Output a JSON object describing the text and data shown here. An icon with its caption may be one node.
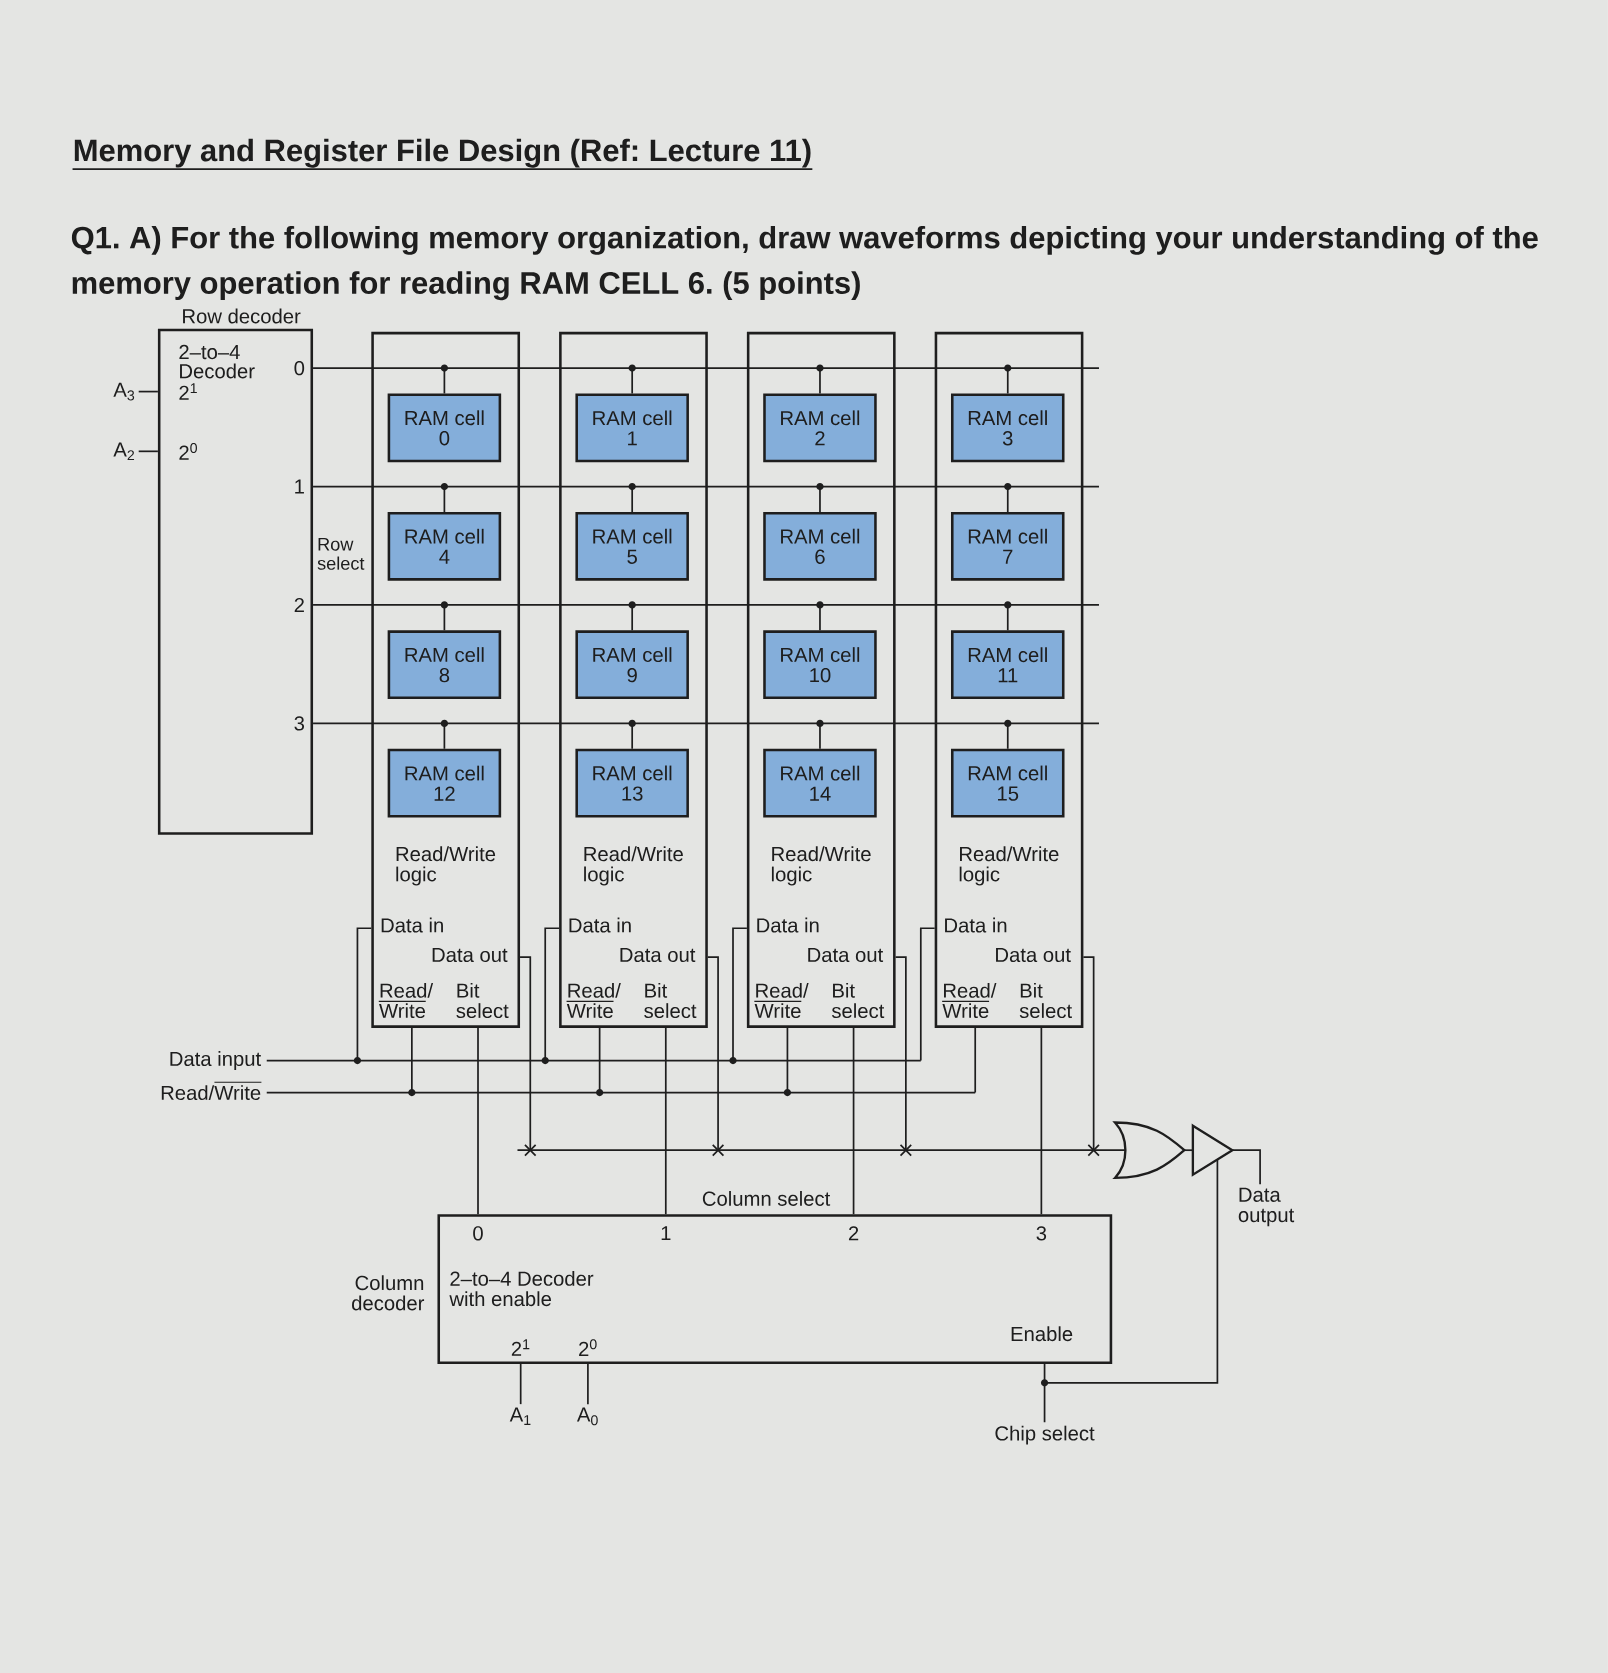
{
  "diagram": {
    "title": "Memory and Register File Design (Ref: Lecture 11)",
    "nodes": [
      {
        "text": [
          "Row decoder",
          "2–to–4 Decoder",
          "2$^{1}$",
          "2$^{0}$",
          "0",
          "1",
          "2",
          "3"
        ]
      },
      {
        "text": [
          "A$_{3}$"
        ]
      },
      {
        "text": [
          "A$_{2}$"
        ]
      },
      {
        "text": [
          "Read/Write logic",
          "Data in",
          "Data out",
          "Read/ Write",
          "Bit select"
        ]
      },
      {
        "text": [
          "RAM cell 0"
        ],
        "in": 3
      },
      {
        "text": [
          "RAM cell 4"
        ],
        "in": 3
      },
      {
        "text": [
          "RAM cell 8"
        ],
        "in": 3
      },
      {
        "text": [
          "RAM cell 12"
        ],
        "in": 3
      },
      {
        "text": [
          "Read/Write logic",
          "Data in",
          "Data out",
          "Read/ Write",
          "Bit select"
        ]
      },
      {
        "text": [
          "RAM cell 1"
        ],
        "in": 8
      },
      {
        "text": [
          "RAM cell 5"
        ],
        "in": 8
      },
      {
        "text": [
          "RAM cell 9"
        ],
        "in": 8
      },
      {
        "text": [
          "RAM cell 13"
        ],
        "in": 8
      },
      {
        "text": [
          "Read/Write logic",
          "Data in",
          "Data out",
          "Read/ Write",
          "Bit select"
        ]
      },
      {
        "text": [
          "RAM cell 2"
        ],
        "in": 13
      },
      {
        "text": [
          "RAM cell 6"
        ],
        "in": 13
      },
      {
        "text": [
          "RAM cell 10"
        ],
        "in": 13
      },
      {
        "text": [
          "RAM cell 14"
        ],
        "in": 13
      },
      {
        "text": [
          "Read/Write logic",
          "Data in",
          "Data out",
          "Read/ Write",
          "Bit select"
        ]
      },
      {
        "text": [
          "RAM cell 3"
        ],
        "in": 18
      },
      {
        "text": [
          "RAM cell 7"
        ],
        "in": 18
      },
      {
        "text": [
          "RAM cell 11"
        ],
        "in": 18
      },
      {
        "text": [
          "RAM cell 15"
        ],
        "in": 18
      },
      {
        "text": [
          "Data input"
        ]
      },
      {
        "text": [
          "Read/Write"
        ]
      },
      {
        "text": [],
        "shape": "gate"
      },
      {
        "text": [],
        "shape": "triangle"
      },
      {
        "text": [
          "Data output"
        ]
      },
      {
        "text": [
          "0",
          "1",
          "2",
          "3",
          "Column decoder",
          "2–to–4 Decoder with enable",
          "Enable",
          "2$^{1}$",
          "2$^{0}$"
        ]
      },
      {
        "text": [
          "A$_{1}$"
        ]
      },
      {
        "text": [
          "A$_{0}$"
        ]
      },
      {
        "text": [
          "Chip select"
        ]
      }
    ],
    "edges": [
      {
        "from": 1,
        "to": 0,
        "arrow": "none"
      },
      {
        "from": 2,
        "to": 0,
        "arrow": "none"
      },
      {
        "from": 0,
        "to": 4,
        "arrow": "none"
      },
      {
        "from": 0,
        "to": 9,
        "arrow": "none"
      },
      {
        "from": 0,
        "to": 14,
        "arrow": "none"
      },
      {
        "from": 0,
        "to": 19,
        "arrow": "none"
      },
      {
        "from": 0,
        "to": 5,
        "arrow": "none"
      },
      {
        "from": 0,
        "to": 10,
        "arrow": "none"
      },
      {
        "from": 0,
        "to": 15,
        "arrow": "none"
      },
      {
        "from": 0,
        "to": 20,
        "arrow": "none"
      },
      {
        "from": 0,
        "to": 6,
        "arrow": "none"
      },
      {
        "from": 0,
        "to": 11,
        "arrow": "none"
      },
      {
        "from": 0,
        "to": 16,
        "arrow": "none"
      },
      {
        "from": 0,
        "to": 21,
        "arrow": "none"
      },
      {
        "from": 0,
        "to": 7,
        "arrow": "none"
      },
      {
        "from": 0,
        "to": 12,
        "arrow": "none"
      },
      {
        "from": 0,
        "to": 17,
        "arrow": "none"
      },
      {
        "from": 0,
        "to": 22,
        "arrow": "none"
      },
      {
        "from": 23,
        "to": 3,
        "arrow": "none"
      },
      {
        "from": 23,
        "to": 8,
        "arrow": "none"
      },
      {
        "from": 23,
        "to": 13,
        "arrow": "none"
      },
      {
        "from": 23,
        "to": 18,
        "arrow": "none"
      },
      {
        "from": 24,
        "to": 3,
        "arrow": "none"
      },
      {
        "from": 24,
        "to": 8,
        "arrow": "none"
      },
      {
        "from": 24,
        "to": 13,
        "arrow": "none"
      },
      {
        "from": 24,
        "to": 18,
        "arrow": "none"
      },
      {
        "from": 3,
        "to": 25,
        "arrow": "none"
      },
      {
        "from": 8,
        "to": 25,
        "arrow": "none"
      },
      {
        "from": 13,
        "to": 25,
        "arrow": "none"
      },
      {
        "from": 18,
        "to": 25,
        "arrow": "none"
      },
      {
        "from": 28,
        "to": 3,
        "arrow": "none"
      },
      {
        "from": 28,
        "to": 8,
        "arrow": "none"
      },
      {
        "from": 28,
        "to": 13,
        "arrow": "none"
      },
      {
        "from": 28,
        "to": 18,
        "arrow": "none"
      },
      {
        "from": 25,
        "to": 26,
        "arrow": "none"
      },
      {
        "from": 26,
        "to": 27,
        "arrow": "none"
      },
      {
        "from": 29,
        "to": 28,
        "arrow": "none"
      },
      {
        "from": 30,
        "to": 28,
        "arrow": "none"
      },
      {
        "from": 31,
        "to": 28,
        "arrow": "none"
      },
      {
        "from": 31,
        "to": 26,
        "arrow": "none"
      }
    ],
    "labels": [
      "Q1. A) For the following memory organization, draw waveforms depicting your understanding of the memory operation for reading RAM CELL 6. (5 points)",
      "Row select",
      "Column select"
    ]
  }
}
